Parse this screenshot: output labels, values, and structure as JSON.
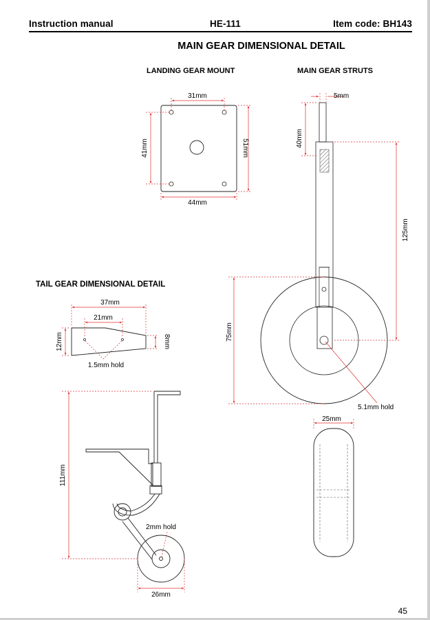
{
  "header": {
    "left": "Instruction manual",
    "center": "HE-111",
    "right": "Item code: BH143"
  },
  "title": "MAIN GEAR DIMENSIONAL DETAIL",
  "sections": {
    "landing_gear_mount": "LANDING GEAR MOUNT",
    "main_gear_struts": "MAIN GEAR STRUTS",
    "tail_gear": "TAIL GEAR DIMENSIONAL DETAIL"
  },
  "dimensions": {
    "mount_hole_spacing": "31mm",
    "mount_left_height": "41mm",
    "mount_right_height": "51mm",
    "mount_width": "44mm",
    "strut_width": "5mm",
    "strut_upper": "40mm",
    "strut_total": "125mm",
    "wheel_diameter": "75mm",
    "axle_hole": "5.1mm hold",
    "wheel_width": "25mm",
    "tail_bracket_length": "37mm",
    "tail_hole_spacing": "21mm",
    "tail_bracket_height": "12mm",
    "tail_bracket_tip": "8mm",
    "tail_bracket_holes": "1.5mm hold",
    "tail_gear_height": "111mm",
    "tail_axle_hole": "2mm hold",
    "tail_wheel_diameter": "26mm"
  },
  "page_number": "45"
}
